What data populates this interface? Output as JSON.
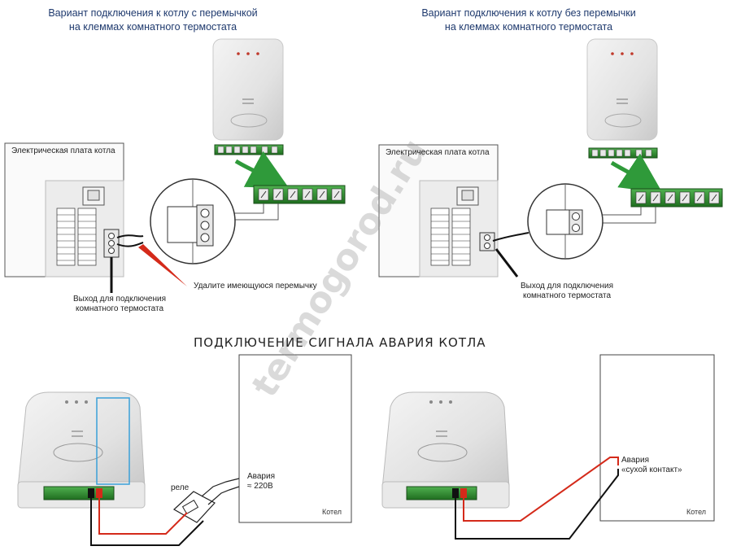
{
  "top_left": {
    "title_line1": "Вариант подключения к котлу с перемычкой",
    "title_line2": "на клеммах комнатного термостата",
    "board_label": "Электрическая плата котла",
    "output_label_line1": "Выход для подключения",
    "output_label_line2": "комнатного термостата",
    "remove_jumper_label": "Удалите имеющуюся перемычку"
  },
  "top_right": {
    "title_line1": "Вариант подключения к котлу без перемычки",
    "title_line2": "на клеммах комнатного термостата",
    "board_label": "Электрическая плата котла",
    "output_label_line1": "Выход для подключения",
    "output_label_line2": "комнатного термостата"
  },
  "bottom": {
    "section_title": "ПОДКЛЮЧЕНИЕ СИГНАЛА АВАРИЯ КОТЛА",
    "left": {
      "relay_label": "реле",
      "alarm_line1": "Авария",
      "alarm_line2": "≈ 220В",
      "boiler_label": "Котел"
    },
    "right": {
      "alarm_line1": "Авария",
      "alarm_line2": "«сухой контакт»",
      "boiler_label": "Котел"
    }
  },
  "watermark": "termogorod.ru",
  "colors": {
    "title_blue": "#1f3a6e",
    "terminal_green": "#2e8b2e",
    "arrow_green": "#2f9a3a",
    "wire_red": "#d42a1a",
    "wire_black": "#111111",
    "highlight_blue": "#3aa0d8"
  }
}
